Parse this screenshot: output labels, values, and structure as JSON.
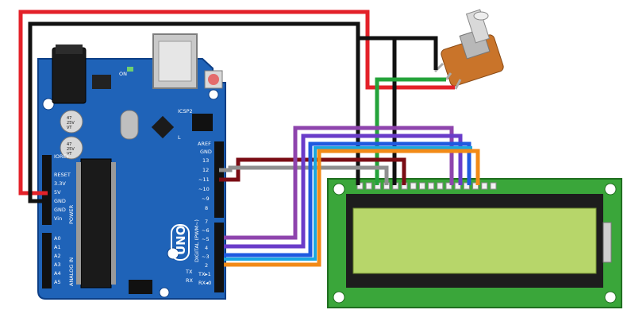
{
  "board": {
    "name": "UNO",
    "header_left": [
      "IOREF",
      "RESET",
      "3.3V",
      "5V",
      "GND",
      "GND",
      "Vin"
    ],
    "power_label": "POWER",
    "analog_pins": [
      "A0",
      "A1",
      "A2",
      "A3",
      "A4",
      "A5"
    ],
    "analog_label": "ANALOG IN",
    "digital_top": [
      "AREF",
      "GND",
      "13",
      "12",
      "~11",
      "~10",
      "~9",
      "8"
    ],
    "digital_bottom": [
      "7",
      "~6",
      "~5",
      "4",
      "~3",
      "2",
      "TX▸1",
      "RX◂0"
    ],
    "digital_label": "DIGITAL (PWM~)",
    "cap_text": [
      "47",
      "25V",
      "VT"
    ],
    "ic_label": "ICSP2",
    "tx_label": "TX",
    "rx_label": "RX",
    "l_label": "L",
    "on_label": "ON"
  },
  "colors": {
    "board": "#1f63b8",
    "board_dark": "#0d3f86",
    "wire_red": "#e32129",
    "wire_black": "#111111",
    "wire_green": "#24a33a",
    "wire_maroon": "#7a0c14",
    "wire_gray": "#8f8f8f",
    "wire_purple": "#8e44ad",
    "wire_violet": "#6a3cc9",
    "wire_blue": "#1f5ae0",
    "wire_cyan": "#1aa7e0",
    "wire_orange": "#f28a17",
    "lcd_pcb": "#3aa63a",
    "lcd_screen": "#b7d66a"
  }
}
